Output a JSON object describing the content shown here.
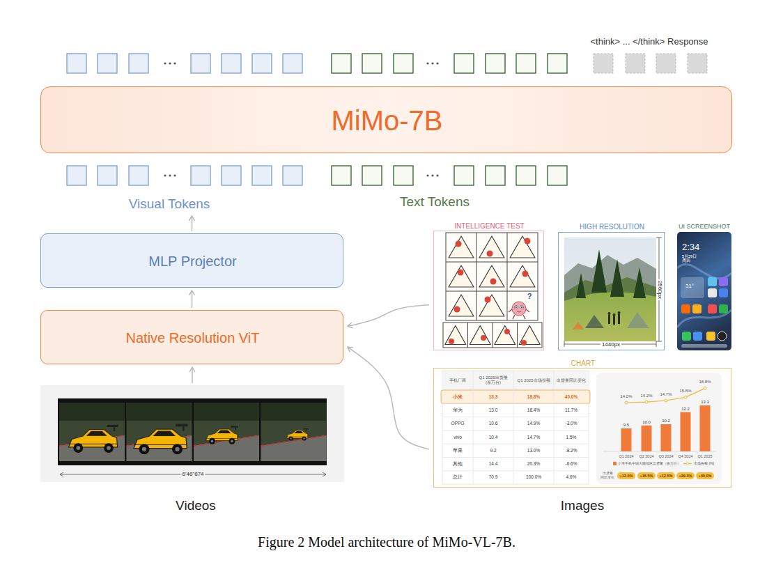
{
  "diagram": {
    "caption": "Figure 2 Model architecture of MiMo-VL-7B.",
    "nodes": [
      {
        "text": [
          "MiMo-7B"
        ]
      },
      {
        "text": [
          "Visual Tokens"
        ]
      },
      {
        "text": [
          "MLP Projector"
        ]
      },
      {
        "text": [
          "Native Resolution ViT"
        ]
      },
      {
        "text": [
          "INTELLIGENCE TEST"
        ]
      },
      {
        "text": [
          "HIGH RESOLUTION",
          "2560px",
          "1440px"
        ]
      },
      {
        "text": [
          "UI SCREENSHOT",
          "2:34",
          "5月29日 周四",
          "31°"
        ]
      },
      {
        "text": [
          "CHART"
        ]
      },
      {
        "text": [
          "Videos"
        ]
      }
    ],
    "edges": [
      {
        "from": 3,
        "to": 2,
        "arrow": "to"
      },
      {
        "from": 2,
        "to": 1,
        "arrow": "to"
      },
      {
        "from": 8,
        "to": 3,
        "arrow": "to"
      },
      {
        "from": 4,
        "to": 3,
        "arrow": "to"
      },
      {
        "from": 7,
        "to": 3,
        "arrow": "to"
      }
    ],
    "labels": [
      "<think> ... </think> Response",
      "Text Tokens",
      "?",
      "6'46\"874",
      "Images",
      "手机厂商",
      "Q1 2025出货量 (百万台)",
      "Q1 2025市场份额",
      "出货量同比变化",
      "小米",
      "13.3",
      "18.8%",
      "40.0%",
      "华为",
      "13.0",
      "18.4%",
      "11.7%",
      "OPPO",
      "10.6",
      "14.9%",
      "-3.0%",
      "vivo",
      "10.4",
      "14.7%",
      "1.5%",
      "苹果",
      "9.2",
      "13.0%",
      "-8.2%",
      "其他",
      "14.4",
      "20.3%",
      "-6.6%",
      "总计",
      "70.9",
      "100.0%",
      "4.6%",
      "14.0%",
      "14.2%",
      "14.7%",
      "15.8%",
      "18.8%",
      "9.5",
      "10.0",
      "10.2",
      "12.2",
      "13.3",
      "Q1 2024",
      "Q2 2024",
      "Q3 2024",
      "Q4 2024",
      "Q1 2025",
      "出货量 同比变化",
      "+12.0%",
      "+16.5%",
      "+12.5%",
      "+29.3%",
      "+40.0%"
    ],
    "legend": [
      {
        "text": "小米手机中国大陆地区出货量（百万台）",
        "color": "#f07a3a"
      },
      {
        "text": "市场份额 (%)"
      }
    ]
  }
}
